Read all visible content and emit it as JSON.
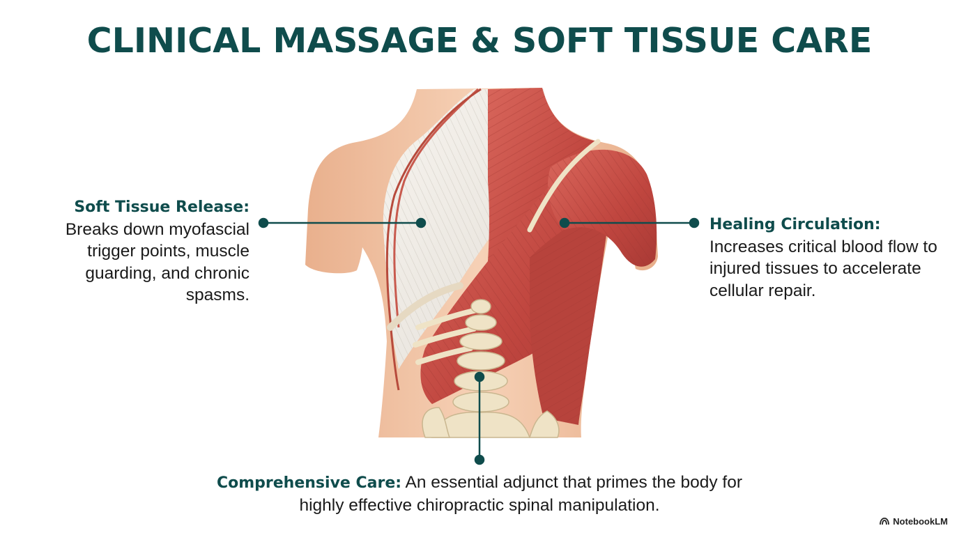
{
  "title": "CLINICAL MASSAGE & SOFT TISSUE CARE",
  "colors": {
    "accent": "#0f4c4c",
    "muscle": "#c0463f",
    "fascia": "#eeeae4",
    "skin": "#f1c3a3",
    "bone": "#efe3c6"
  },
  "callouts": {
    "left": {
      "heading": "Soft Tissue Release:",
      "body": "Breaks down myofascial trigger points, muscle guarding, and chronic spasms."
    },
    "right": {
      "heading": "Healing Circulation:",
      "body": "Increases critical blood flow to injured tissues to accelerate cellular repair."
    },
    "bottom": {
      "heading": "Comprehensive Care:",
      "body": "An essential adjunct that primes the body for highly effective chiropractic spinal manipulation."
    }
  },
  "brand": {
    "label": "NotebookLM",
    "icon": "notebooklm-logo-icon"
  }
}
